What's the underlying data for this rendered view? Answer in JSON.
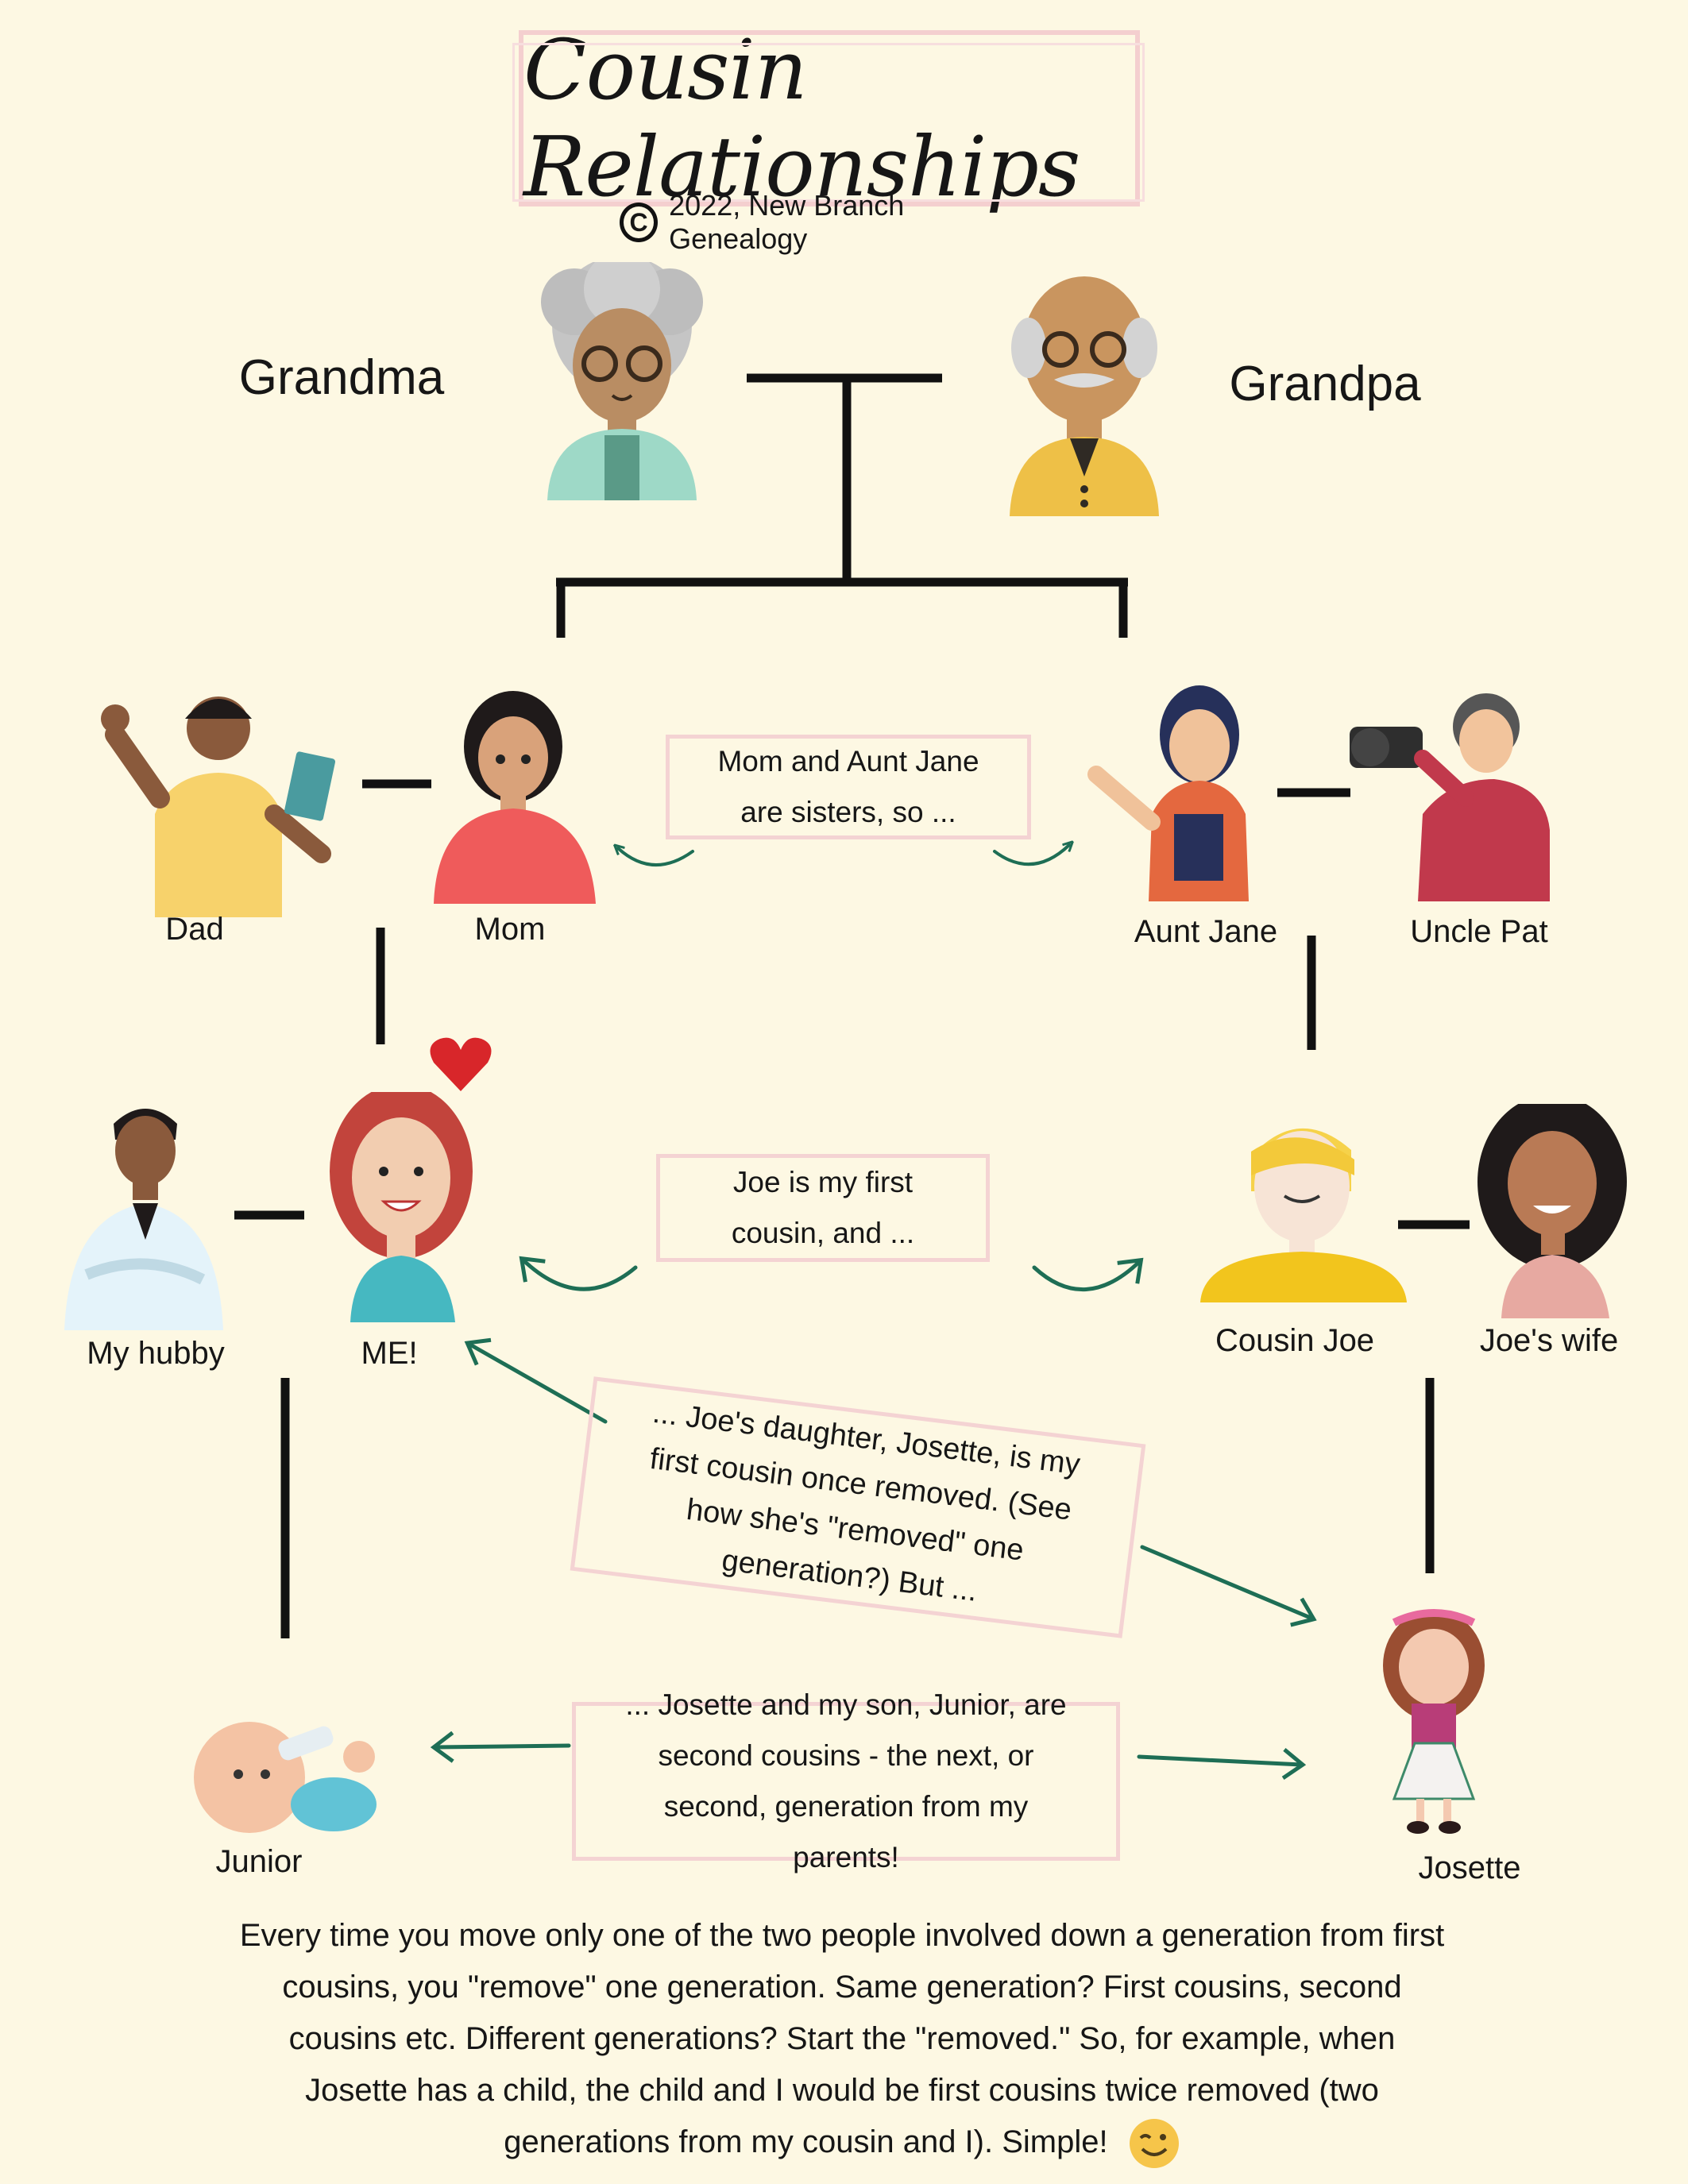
{
  "title": "Cousin Relationships",
  "copyright": "2022, New Branch Genealogy",
  "people": {
    "grandma": "Grandma",
    "grandpa": "Grandpa",
    "dad": "Dad",
    "mom": "Mom",
    "aunt_jane": "Aunt Jane",
    "uncle_pat": "Uncle Pat",
    "my_hubby": "My hubby",
    "me": "ME!",
    "cousin_joe": "Cousin Joe",
    "joes_wife": "Joe's wife",
    "junior": "Junior",
    "josette": "Josette"
  },
  "notes": {
    "sisters": "Mom and Aunt Jane are sisters, so ...",
    "first_cousin": "Joe is my first cousin, and ...",
    "once_removed": "... Joe's daughter, Josette, is my first cousin once removed.  (See how she's \"removed\" one generation?)  But ...",
    "second_cousins": "... Josette and my son, Junior, are second cousins - the next, or second, generation from my parents!"
  },
  "explanation": "Every time you move only one of the two people involved down a generation from first cousins, you \"remove\" one generation.  Same generation?  First cousins, second cousins etc.  Different generations?  Start the \"removed.\"  So, for example, when Josette has a child, the child and I would be first cousins twice removed (two generations from my cousin and I).  Simple!",
  "colors": {
    "background": "#fdf8e3",
    "box_border": "#f4d3d3",
    "arrow": "#1e6e55",
    "line": "#111111"
  },
  "icons": [
    "copyright-icon",
    "heart-icon",
    "smiley-icon"
  ]
}
